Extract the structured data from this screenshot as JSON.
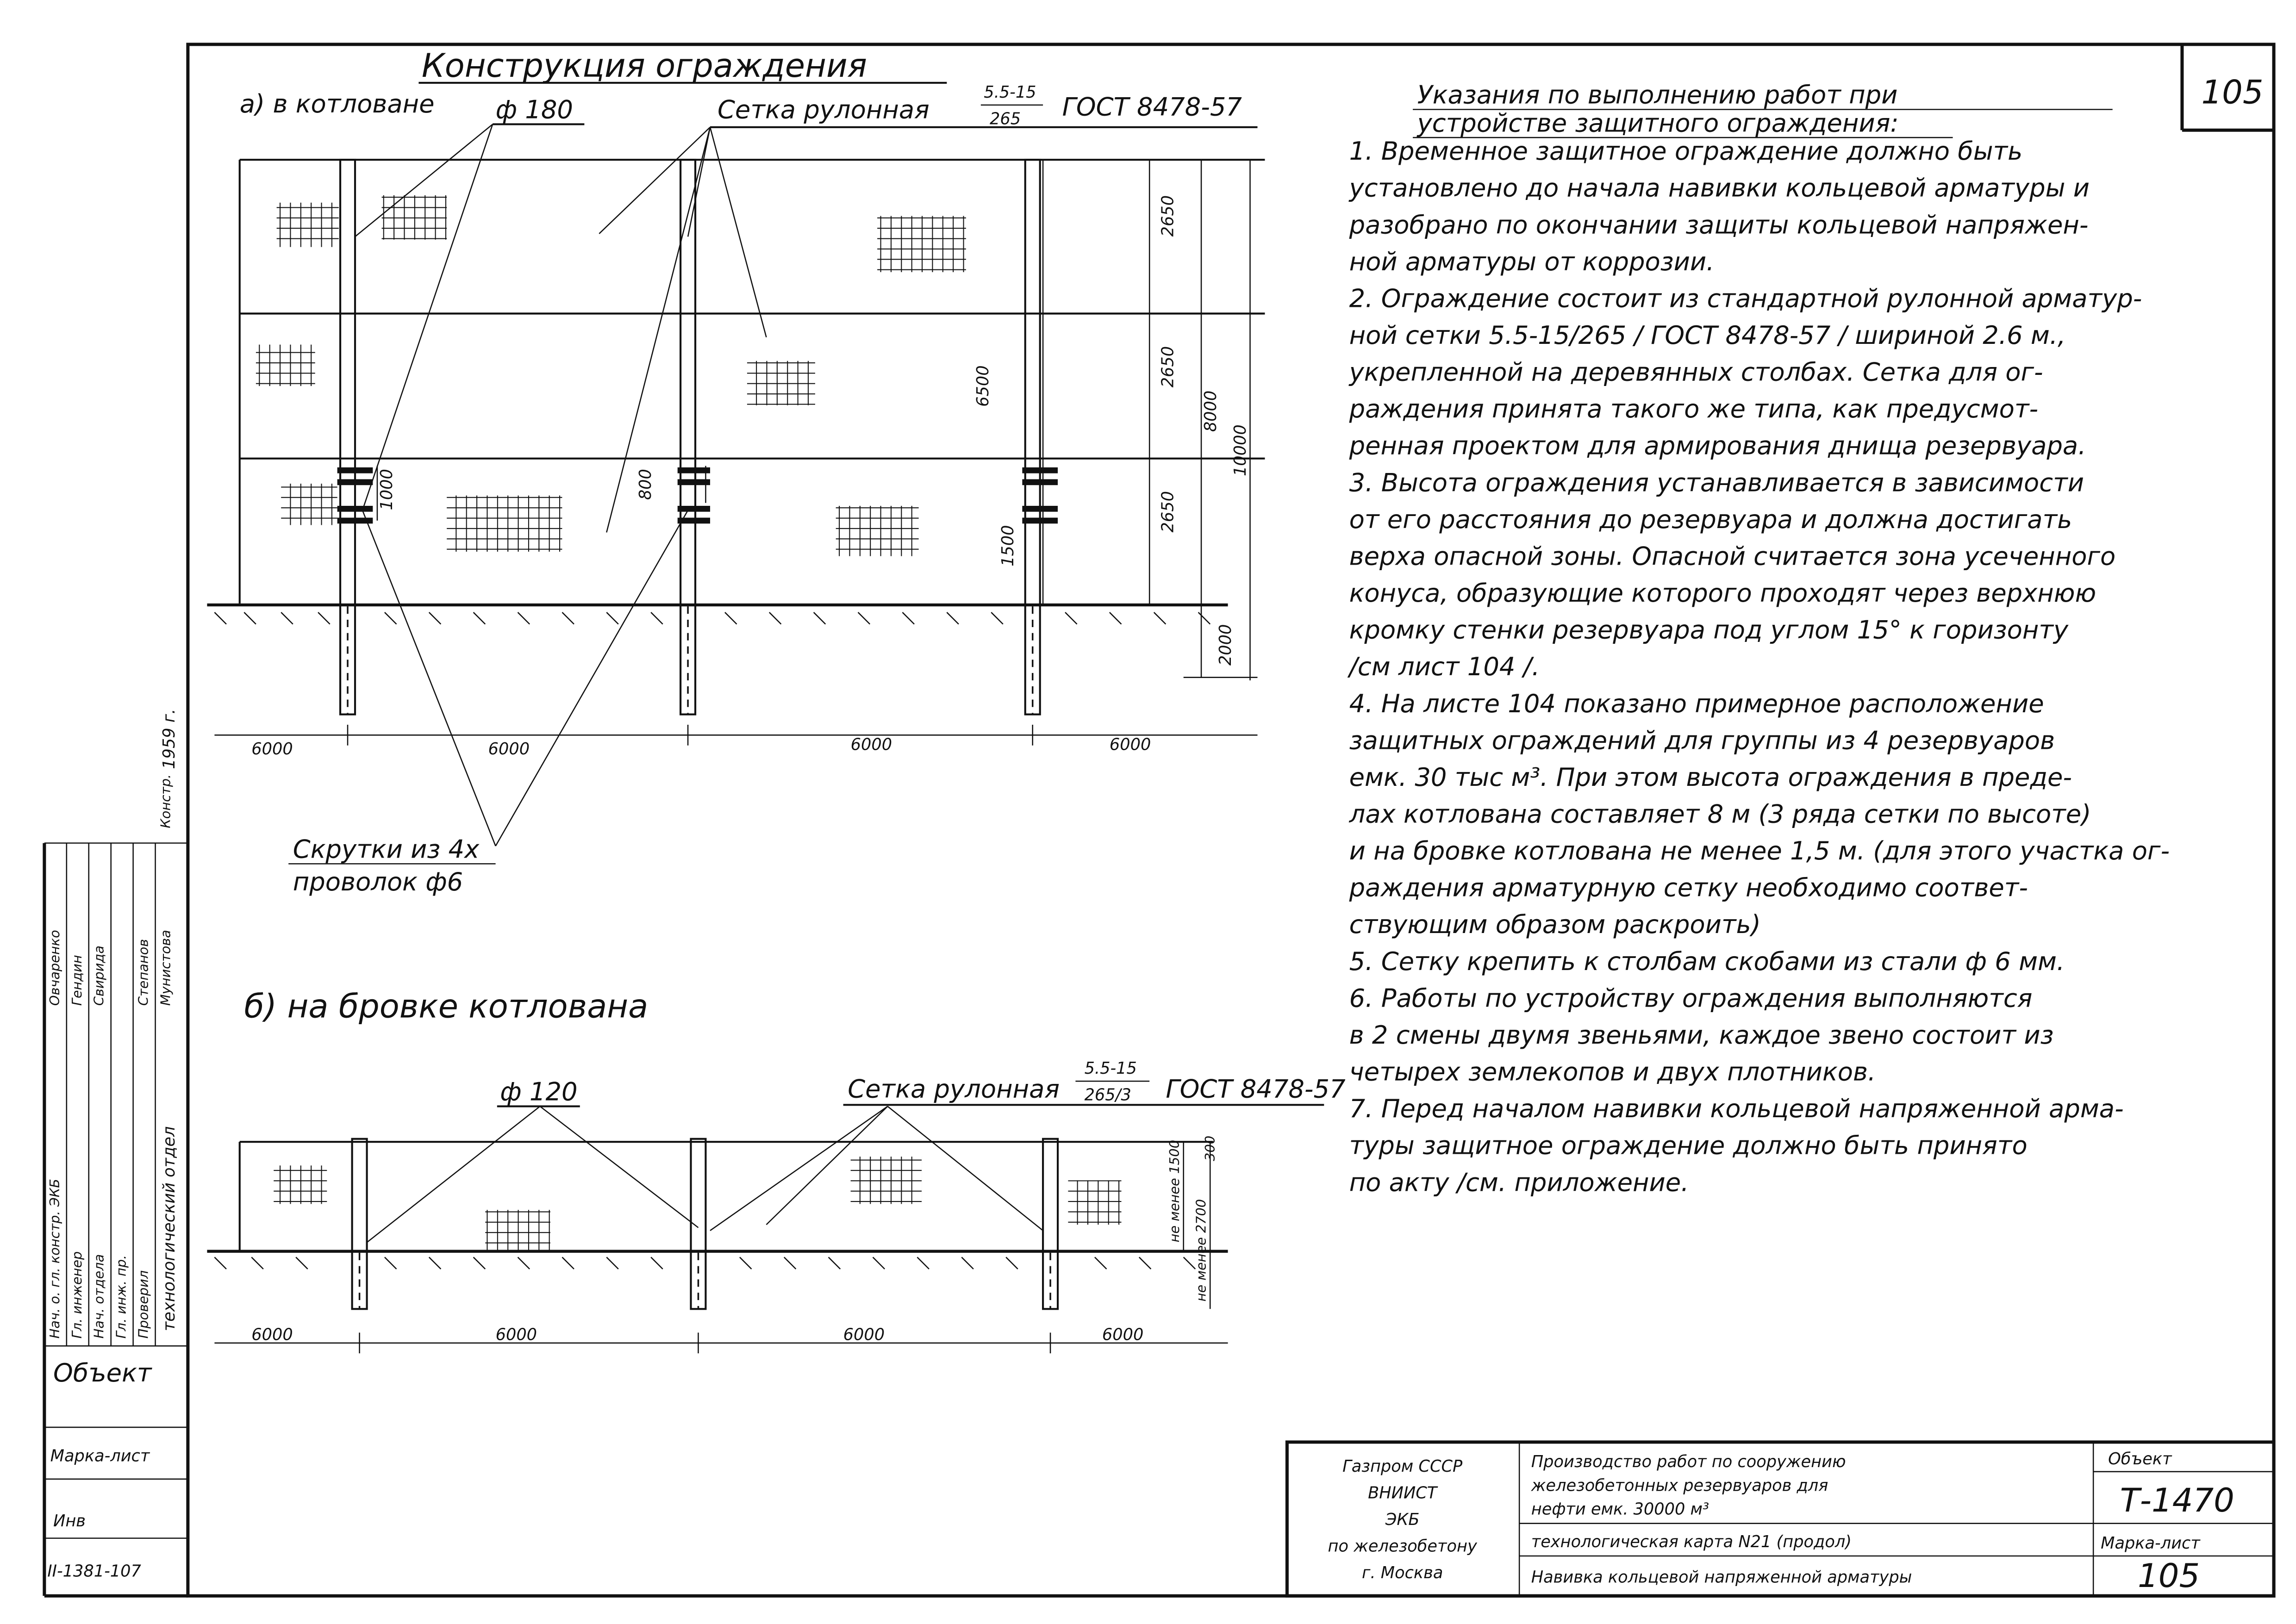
{
  "page_number": "105",
  "section_a": {
    "title": "Конструкция ограждения",
    "label": "а) в котловане",
    "post_diameter": "ф 180",
    "mesh_label": "Сетка рулонная",
    "mesh_spec_num": "5.5-15",
    "mesh_spec_den": "265",
    "gost": "ГОСТ 8478-57",
    "twist_label_1": "Скрутки из 4х",
    "twist_label_2": "проволок ф6",
    "dims_spans": [
      "6000",
      "6000",
      "6000",
      "6000"
    ],
    "dims_height": [
      "2650",
      "2650",
      "2650",
      "2000",
      "6500",
      "8000",
      "10000",
      "1500",
      "1000",
      "800"
    ]
  },
  "section_b": {
    "label": "б) на бровке котлована",
    "post_diameter": "ф 120",
    "mesh_label": "Сетка рулонная",
    "mesh_spec_num": "5.5-15",
    "mesh_spec_den": "265/3",
    "gost": "ГОСТ 8478-57",
    "dims_spans": [
      "6000",
      "6000",
      "6000",
      "6000"
    ],
    "dims_height": [
      "не менее 1500",
      "не менее 2700",
      "300"
    ]
  },
  "instructions": {
    "heading_1": "Указания по выполнению работ при",
    "heading_2": "устройстве защитного ограждения:",
    "lines": [
      "1. Временное защитное ограждение должно быть",
      "установлено до начала навивки кольцевой арматуры и",
      "разобрано по окончании защиты кольцевой напряжен-",
      "ной арматуры от коррозии.",
      "2. Ограждение состоит из стандартной рулонной арматур-",
      "ной сетки  5.5-15/265 / ГОСТ 8478-57 / шириной 2.6 м.,",
      "укрепленной на деревянных столбах. Сетка для ог-",
      "раждения принята такого же типа, как предусмот-",
      "ренная проектом для армирования днища резервуара.",
      "3. Высота ограждения устанавливается в зависимости",
      "от его расстояния до резервуара и должна достигать",
      "верха опасной зоны. Опасной считается зона усеченного",
      "конуса, образующие которого проходят через верхнюю",
      "кромку стенки резервуара под углом 15° к горизонту",
      "/см лист 104 /.",
      "4. На листе 104 показано примерное расположение",
      "защитных ограждений для группы из 4 резервуаров",
      "емк. 30 тыс м³. При этом высота ограждения в преде-",
      "лах котлована составляет 8 м (3 ряда сетки по высоте)",
      "и на бровке котлована не менее 1,5 м. (для этого участка ог-",
      "раждения арматурную сетку необходимо соответ-",
      "ствующим образом раскроить)",
      "5. Сетку крепить к столбам скобами из стали ф 6 мм.",
      "6. Работы по устройству ограждения выполняются",
      "  в 2 смены двумя звеньями, каждое звено состоит из",
      "четырех землекопов и двух плотников.",
      "7. Перед началом навивки кольцевой напряженной арма-",
      "туры защитное ограждение должно быть принято",
      "по акту /см. приложение."
    ]
  },
  "side_stamp": {
    "rows": [
      {
        "role": "Нач. о. гл. констр. ЭКБ",
        "name": "Овчаренко"
      },
      {
        "role": "Гл. инженер",
        "name": "Гендин"
      },
      {
        "role": "Нач. отдела",
        "name": "Свирида"
      },
      {
        "role": "Гл. инж. пр.",
        "name": ""
      },
      {
        "role": "Проверил",
        "name": "Степанов"
      },
      {
        "role": "Констр.",
        "name": "Мунистова"
      }
    ],
    "dept": "технологический отдел",
    "year": "1959 г.",
    "object_label": "Объект",
    "marka_label": "Марка-лист",
    "inv_label": "Инв",
    "inv_number": "II-1381-107"
  },
  "title_block": {
    "org": [
      "Газпром СССР",
      "ВНИИСТ",
      "ЭКБ",
      "по железобетону",
      "г. Москва"
    ],
    "project": "Производство работ по сооружению железобетонных резервуаров для нефти емк. 30000 м³",
    "card": "технологическая карта N21 (продол)",
    "subject": "Навивка кольцевой напряженной арматуры",
    "object_label": "Объект",
    "object_code": "Т-1470",
    "marka_label": "Марка-лист",
    "sheet": "105"
  }
}
